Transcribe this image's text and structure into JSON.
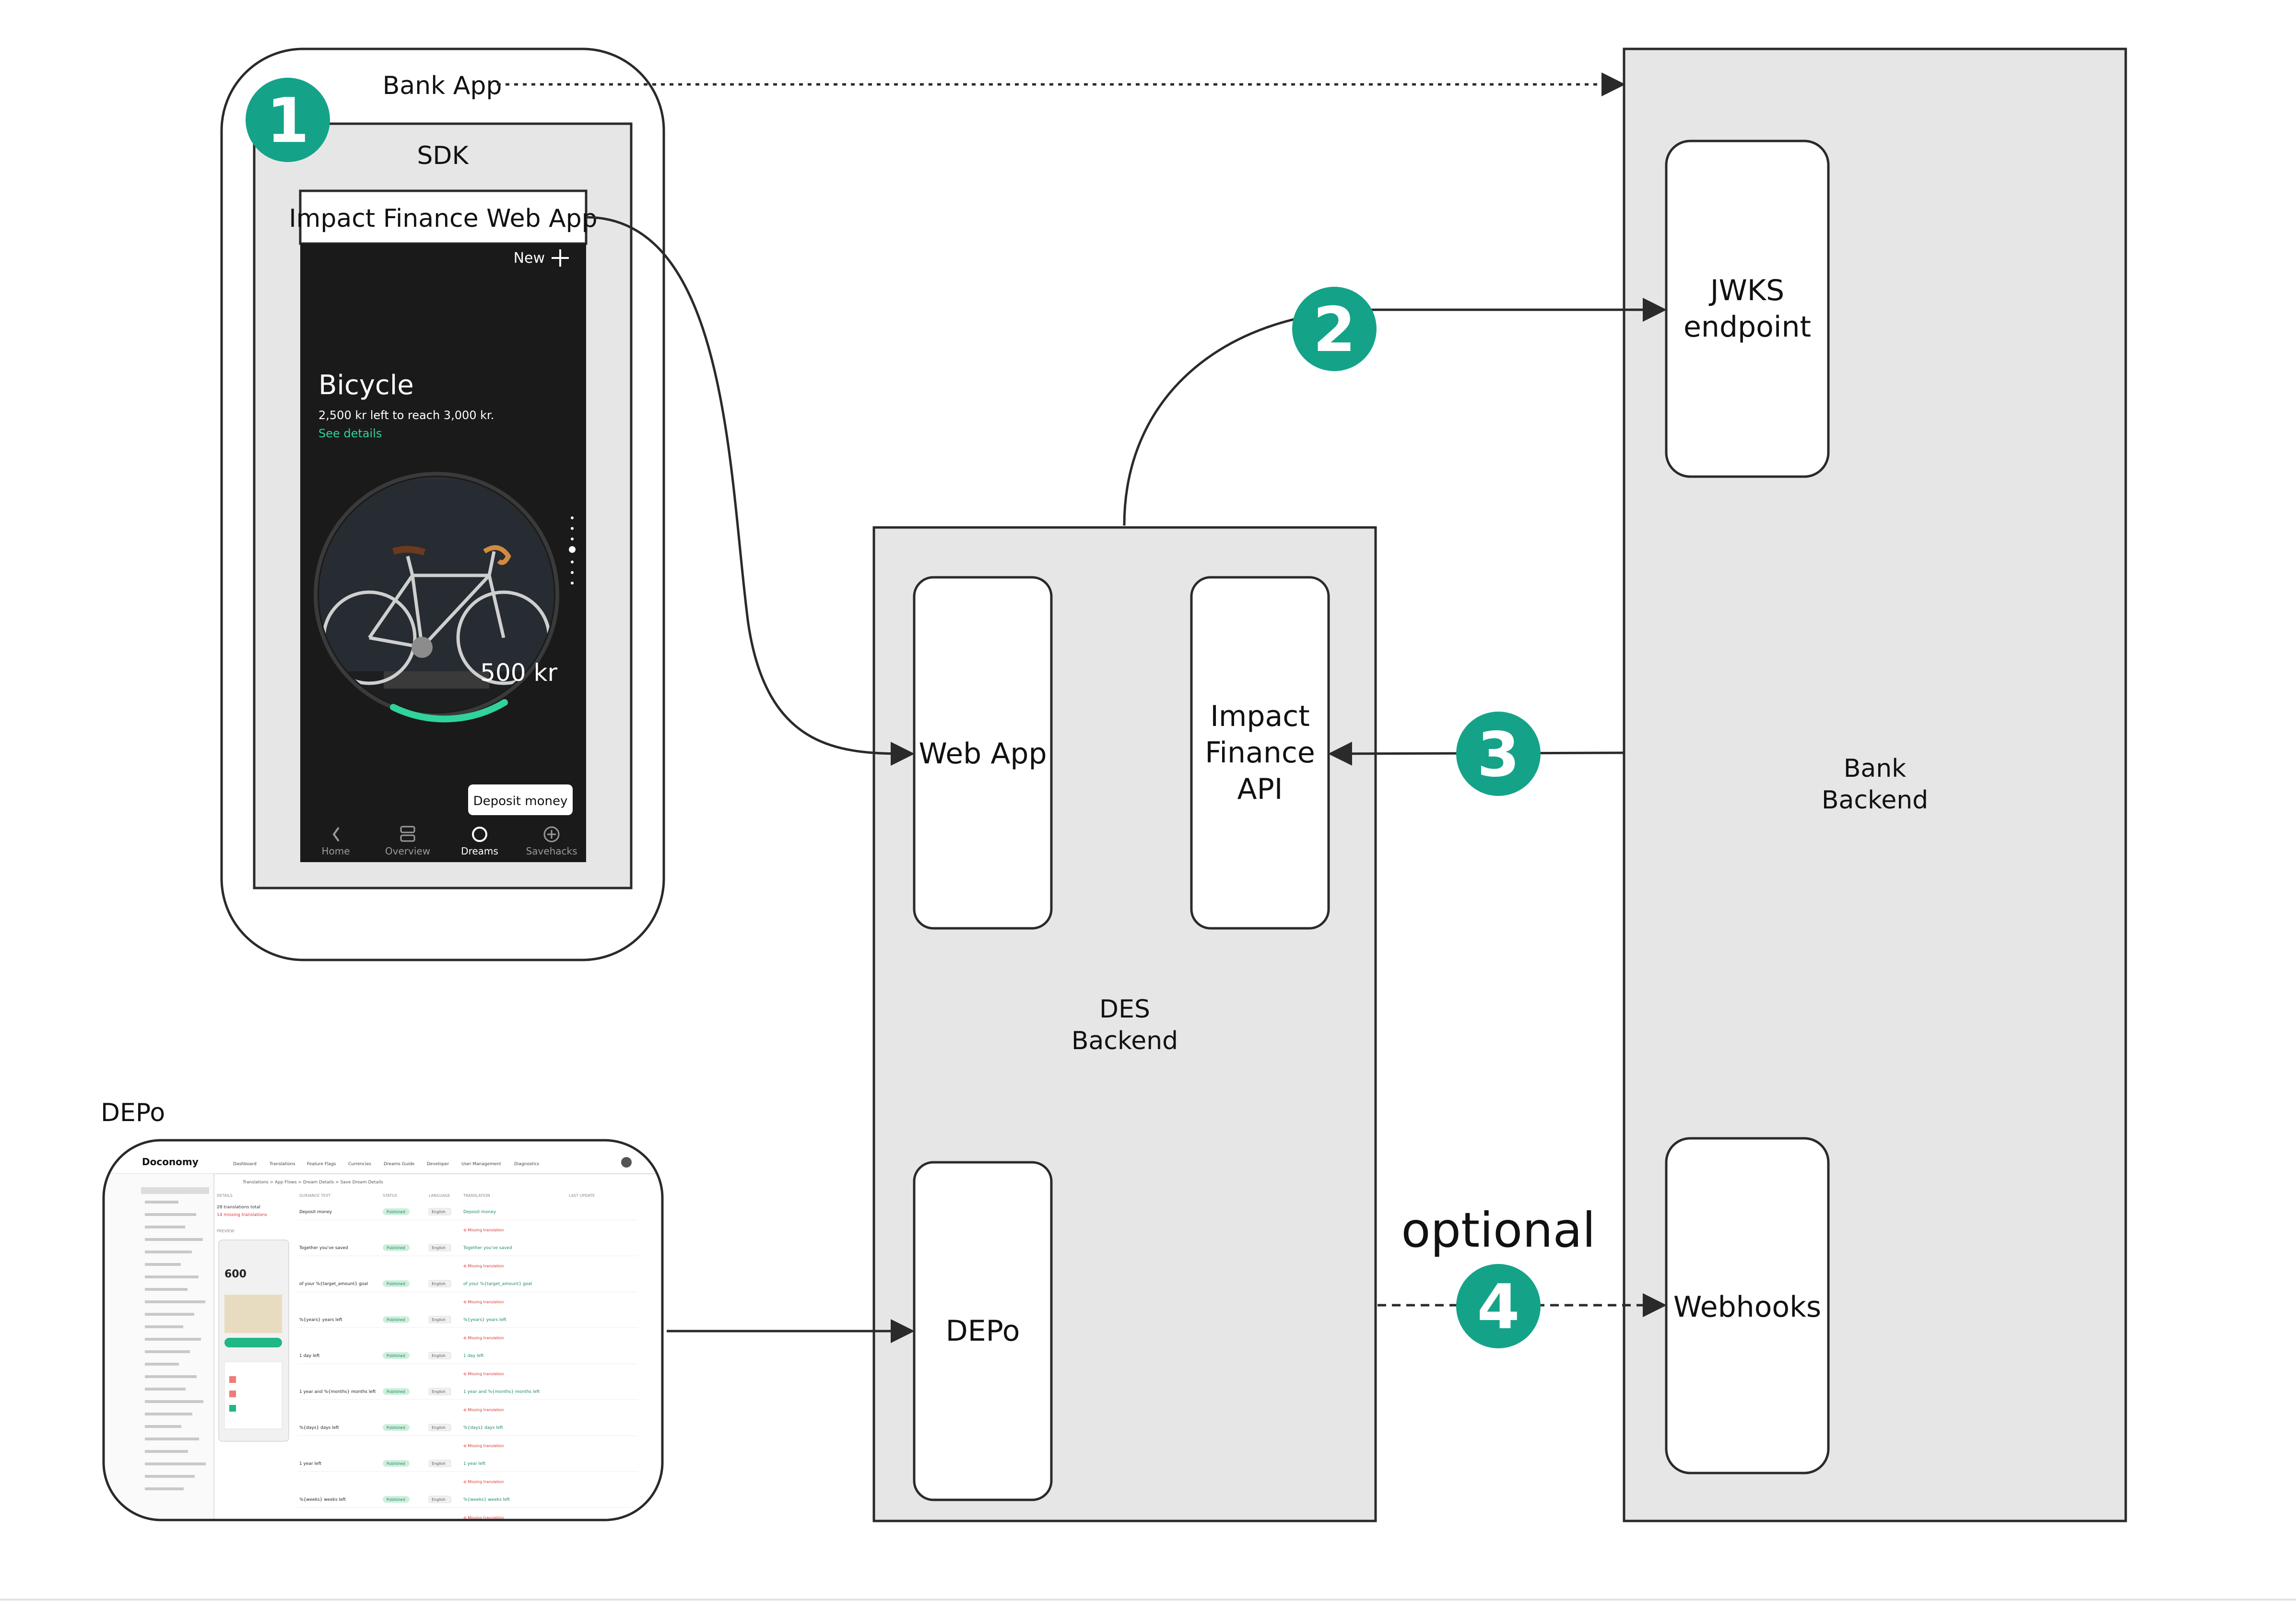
{
  "bank_app": {
    "label": "Bank App"
  },
  "sdk": {
    "label": "SDK"
  },
  "impact_web_app": {
    "label": "Impact Finance Web App",
    "screen": {
      "new_label": "New",
      "title": "Bicycle",
      "subtitle": "2,500 kr left to reach 3,000 kr.",
      "link": "See details",
      "amount": "500 kr",
      "button": "Deposit money",
      "nav": [
        "Home",
        "Overview",
        "Dreams",
        "Savehacks"
      ],
      "progress": 0.17
    }
  },
  "depo_screenshot": {
    "label": "DEPo",
    "logo": "Doconomy",
    "nav": [
      "Dashboard",
      "Translations",
      "Feature Flags",
      "Currencies",
      "Dreams Guide",
      "Developer",
      "User Management",
      "Diagnostics"
    ],
    "breadcrumb": [
      "Translations",
      "App Flows",
      "Dream Details",
      "Save Dream Details"
    ],
    "details": {
      "total": "28 translations total",
      "missing": "14 missing translations"
    },
    "columns": [
      "GUIDANCE TEXT",
      "STATUS",
      "LANGUAGE",
      "TRANSLATION",
      "LAST UPDATE"
    ],
    "rows": [
      {
        "text": "Deposit money",
        "status": "Published",
        "language": "English",
        "translation": "Deposit money"
      },
      {
        "text": "Together you've saved",
        "status": "Published",
        "language": "English",
        "translation": "Together you've saved"
      },
      {
        "text": "of your %{target_amount} goal",
        "status": "Published",
        "language": "English",
        "translation": "of your %{target_amount} goal"
      },
      {
        "text": "%{years} years left",
        "status": "Published",
        "language": "English",
        "translation": "%{years} years left"
      },
      {
        "text": "1 day left",
        "status": "Published",
        "language": "English",
        "translation": "1 day left"
      },
      {
        "text": "1 year and %{months} months left",
        "status": "Published",
        "language": "English",
        "translation": "1 year and %{months} months left"
      },
      {
        "text": "%{days} days left",
        "status": "Published",
        "language": "English",
        "translation": "%{days} days left"
      },
      {
        "text": "1 year left",
        "status": "Published",
        "language": "English",
        "translation": "1 year left"
      },
      {
        "text": "%{weeks} weeks left",
        "status": "Published",
        "language": "English",
        "translation": "%{weeks} weeks left"
      }
    ],
    "missing_label": "Missing translation",
    "preview_amount": "600"
  },
  "des_backend": {
    "label_line1": "DES",
    "label_line2": "Backend",
    "web_app": "Web App",
    "api_line1": "Impact",
    "api_line2": "Finance",
    "api_line3": "API",
    "depo": "DEPo"
  },
  "bank_backend": {
    "label_line1": "Bank",
    "label_line2": "Backend",
    "jwks_line1": "JWKS",
    "jwks_line2": "endpoint",
    "webhooks": "Webhooks"
  },
  "badges": [
    "1",
    "2",
    "3",
    "4"
  ],
  "optional_label": "optional",
  "colors": {
    "badge": "#14a388",
    "container": "#e6e6e6",
    "phone_bg": "#1a1a1a",
    "accent_green": "#2fd39b"
  }
}
